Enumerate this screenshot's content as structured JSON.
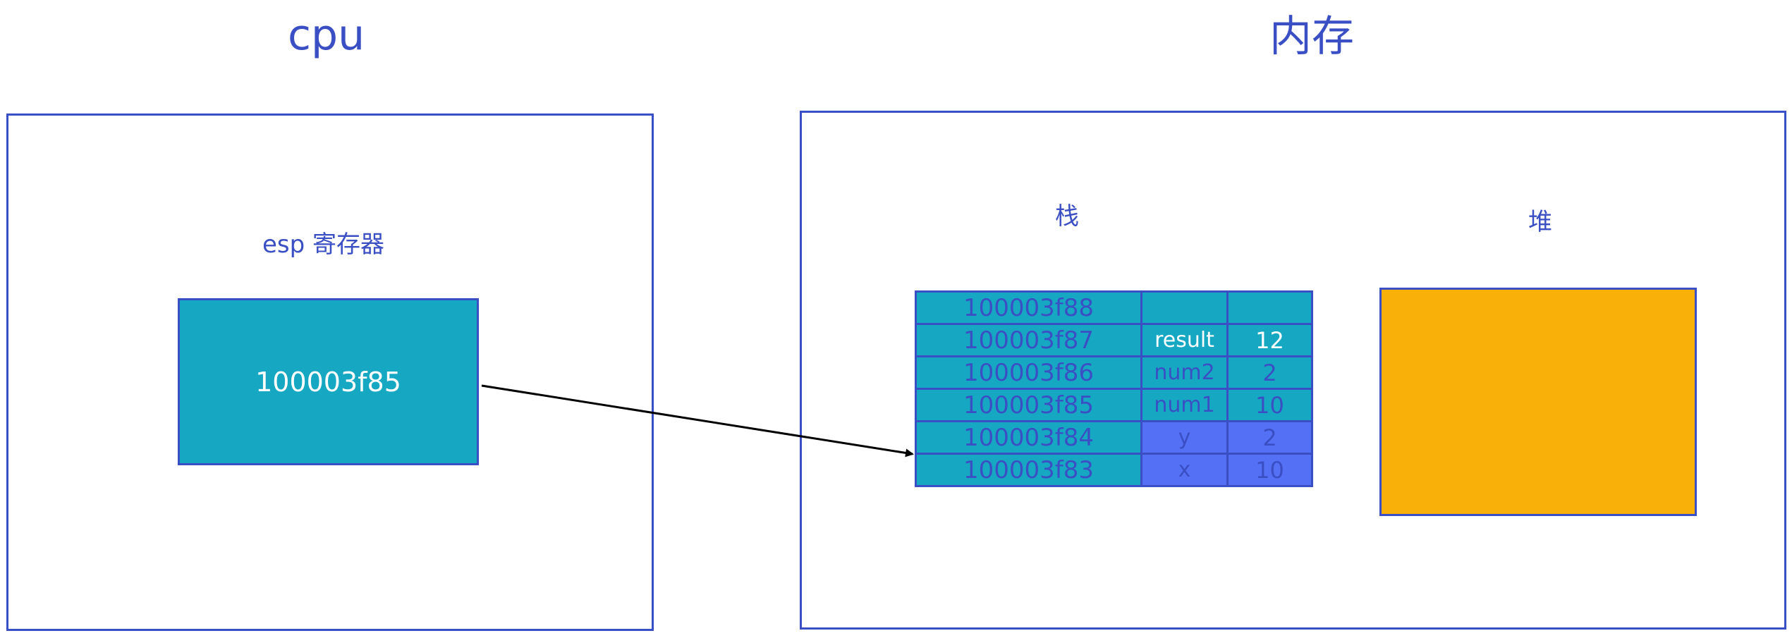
{
  "cpu": {
    "title": "cpu",
    "register_label": "esp 寄存器",
    "register_value": "100003f85"
  },
  "memory": {
    "title": "内存",
    "stack_label": "栈",
    "heap_label": "堆",
    "stack_rows": [
      {
        "address": "100003f88",
        "name": "",
        "value": ""
      },
      {
        "address": "100003f87",
        "name": "result",
        "value": "12"
      },
      {
        "address": "100003f86",
        "name": "num2",
        "value": "2"
      },
      {
        "address": "100003f85",
        "name": "num1",
        "value": "10"
      },
      {
        "address": "100003f84",
        "name": "y",
        "value": "2"
      },
      {
        "address": "100003f83",
        "name": "x",
        "value": "10"
      }
    ]
  },
  "colors": {
    "outline": "#3b4fc4",
    "teal": "#16a8c2",
    "blue_cell": "#5470f5",
    "heap_fill": "#f9b008",
    "arrow": "#000000"
  }
}
